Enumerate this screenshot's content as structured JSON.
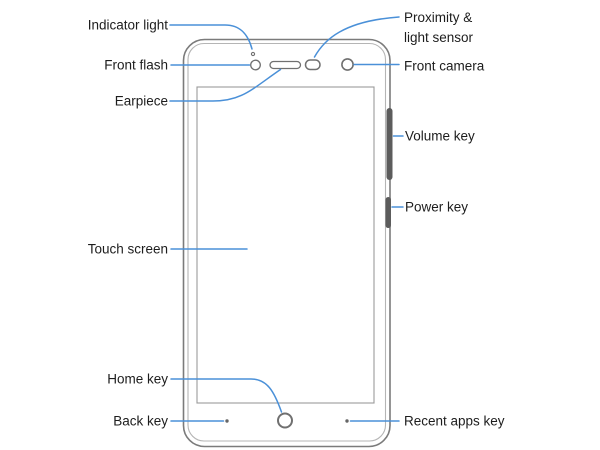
{
  "diagram": {
    "title": "phone-front-callout-diagram",
    "labels": {
      "indicator_light": "Indicator light",
      "front_flash": "Front flash",
      "earpiece": "Earpiece",
      "touch_screen": "Touch screen",
      "home_key": "Home key",
      "back_key": "Back key",
      "proximity_line1": "Proximity &",
      "proximity_line2": "light sensor",
      "front_camera": "Front camera",
      "volume_key": "Volume key",
      "power_key": "Power key",
      "recent_apps_key": "Recent apps key"
    }
  },
  "colors": {
    "leader_line": "#4a90d8",
    "label_text": "#1d1d1d",
    "phone_frame": "#7b7b7b",
    "phone_inner_frame": "#b5b5b5",
    "screen_border": "#9a9a9a",
    "side_key": "#5c5c5c",
    "background": "#ffffff"
  }
}
